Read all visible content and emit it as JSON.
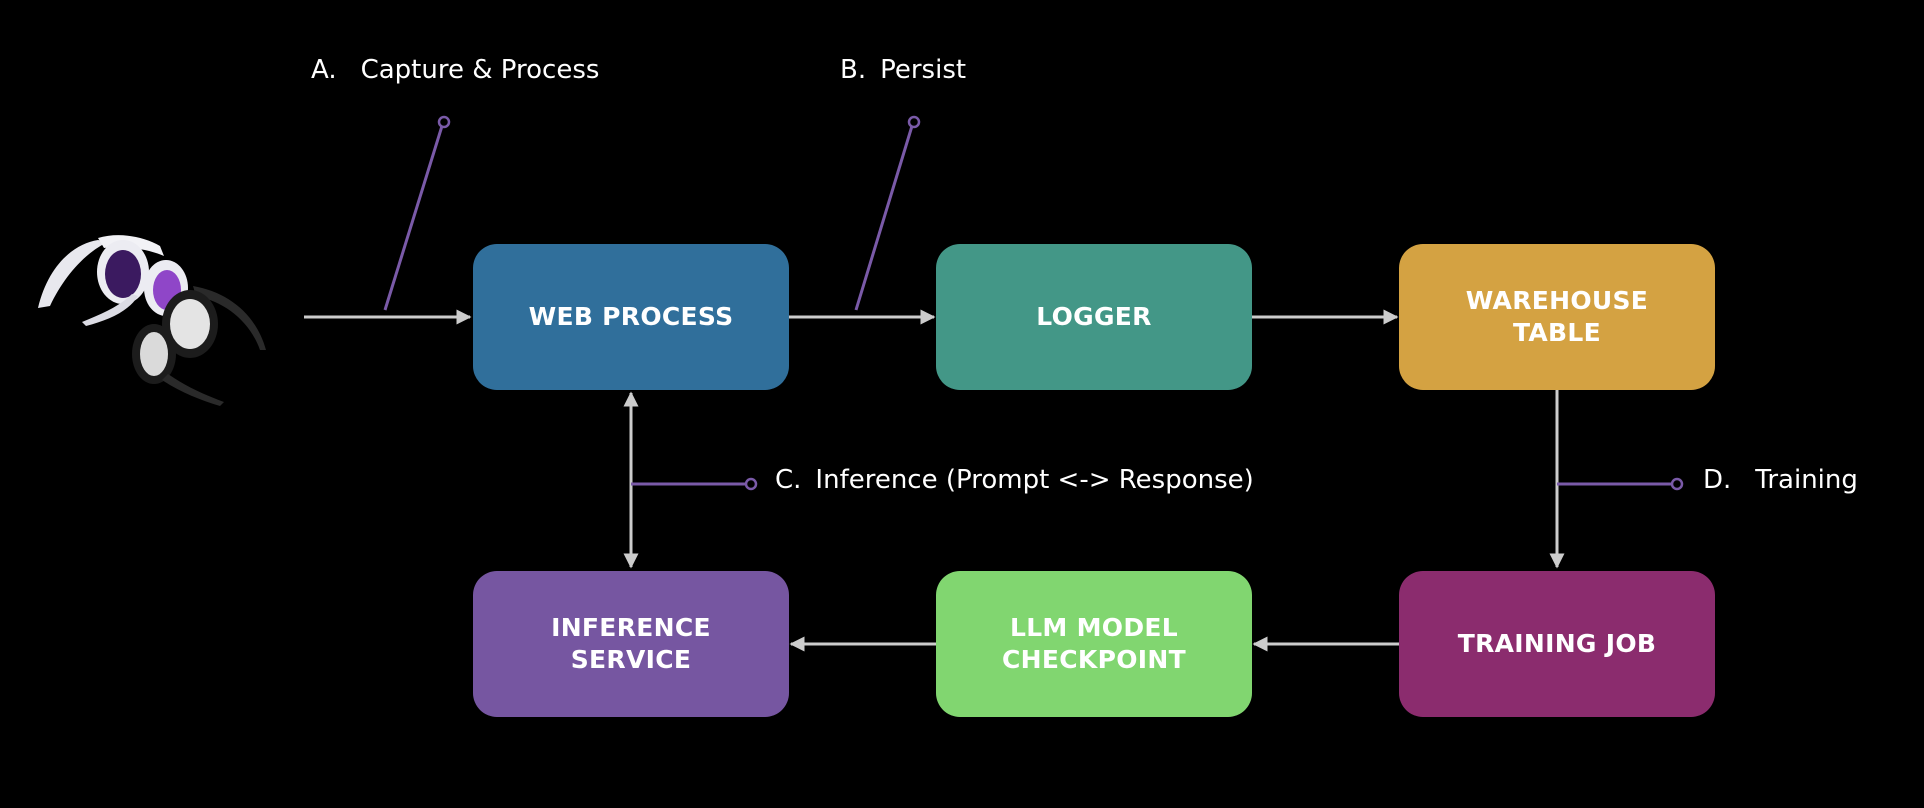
{
  "nodes": {
    "web_process": {
      "label": "WEB PROCESS",
      "color": "#306f9b"
    },
    "logger": {
      "label": "LOGGER",
      "color": "#439787"
    },
    "warehouse_table": {
      "label": "WAREHOUSE\nTABLE",
      "color": "#d4a242"
    },
    "inference_service": {
      "label": "INFERENCE\nSERVICE",
      "color": "#7656a1"
    },
    "llm_model_checkpoint": {
      "label": "LLM MODEL\nCHECKPOINT",
      "color": "#81d670"
    },
    "training_job": {
      "label": "TRAINING JOB",
      "color": "#8b2c6e"
    }
  },
  "callouts": {
    "a": {
      "letter": "A.",
      "text": "Capture & Process"
    },
    "b": {
      "letter": "B.",
      "text": "Persist"
    },
    "c": {
      "letter": "C.",
      "text": "Inference (Prompt <-> Response)"
    },
    "d": {
      "letter": "D.",
      "text": "Training"
    }
  },
  "colors": {
    "background": "#000000",
    "arrow": "#cccccc",
    "callout_line": "#7a5aa8"
  },
  "icons": {
    "device": "smart-glasses-icon"
  }
}
